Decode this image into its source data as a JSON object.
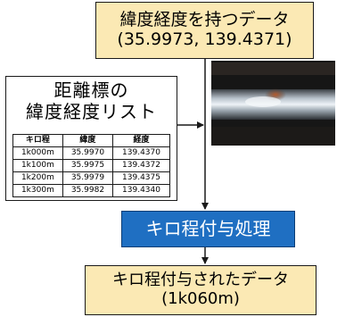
{
  "top_data": {
    "line1": "緯度経度を持つデータ",
    "line2": "(35.9973, 139.4371)"
  },
  "list": {
    "title_line1": "距離標の",
    "title_line2": "緯度経度リスト",
    "headers": [
      "キロ程",
      "緯度",
      "経度"
    ],
    "rows": [
      [
        "1k000m",
        "35.9970",
        "139.4370"
      ],
      [
        "1k100m",
        "35.9975",
        "139.4372"
      ],
      [
        "1k200m",
        "35.9979",
        "139.4375"
      ],
      [
        "1k300m",
        "35.9982",
        "139.4340"
      ]
    ]
  },
  "process": {
    "label": "キロ程付与処理"
  },
  "result": {
    "line1": "キロ程付与されたデータ",
    "line2": "(1k060m)"
  },
  "colors": {
    "tape_fill": "#fbe9b4",
    "process_fill": "#1f6fc2",
    "process_text": "#ffffff",
    "line": "#1a1a1a"
  }
}
